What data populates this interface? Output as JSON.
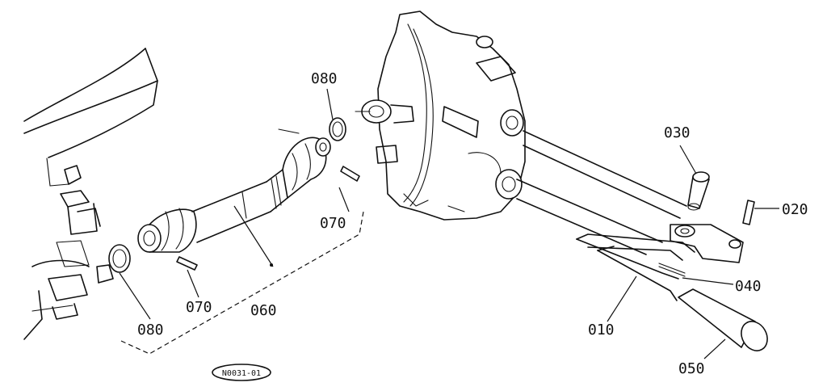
{
  "diagram": {
    "labels": {
      "p010": "010",
      "p020": "020",
      "p030": "030",
      "p040": "040",
      "p050": "050",
      "p060": "060",
      "p070_upper": "070",
      "p070_lower": "070",
      "p080_upper": "080",
      "p080_lower": "080"
    },
    "reference_code": "N0031-01"
  },
  "colors": {
    "ink": "#111111",
    "paper": "#ffffff"
  }
}
